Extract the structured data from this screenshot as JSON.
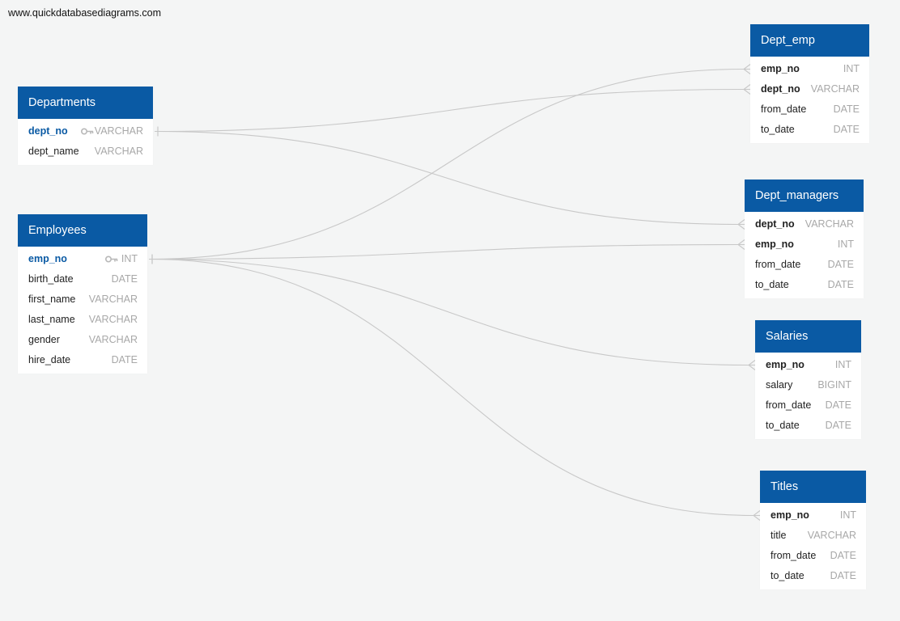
{
  "watermark": "www.quickdatabasediagrams.com",
  "colors": {
    "header": "#0a5aa4",
    "link": "#c8c8c8",
    "type_text": "#a8a8a8"
  },
  "tables": {
    "departments": {
      "name": "Departments",
      "columns": [
        {
          "name": "dept_no",
          "type": "VARCHAR",
          "pk": true
        },
        {
          "name": "dept_name",
          "type": "VARCHAR"
        }
      ]
    },
    "employees": {
      "name": "Employees",
      "columns": [
        {
          "name": "emp_no",
          "type": "INT",
          "pk": true
        },
        {
          "name": "birth_date",
          "type": "DATE"
        },
        {
          "name": "first_name",
          "type": "VARCHAR"
        },
        {
          "name": "last_name",
          "type": "VARCHAR"
        },
        {
          "name": "gender",
          "type": "VARCHAR"
        },
        {
          "name": "hire_date",
          "type": "DATE"
        }
      ]
    },
    "dept_emp": {
      "name": "Dept_emp",
      "columns": [
        {
          "name": "emp_no",
          "type": "INT",
          "fk": true
        },
        {
          "name": "dept_no",
          "type": "VARCHAR",
          "fk": true
        },
        {
          "name": "from_date",
          "type": "DATE"
        },
        {
          "name": "to_date",
          "type": "DATE"
        }
      ]
    },
    "dept_managers": {
      "name": "Dept_managers",
      "columns": [
        {
          "name": "dept_no",
          "type": "VARCHAR",
          "fk": true
        },
        {
          "name": "emp_no",
          "type": "INT",
          "fk": true
        },
        {
          "name": "from_date",
          "type": "DATE"
        },
        {
          "name": "to_date",
          "type": "DATE"
        }
      ]
    },
    "salaries": {
      "name": "Salaries",
      "columns": [
        {
          "name": "emp_no",
          "type": "INT",
          "fk": true
        },
        {
          "name": "salary",
          "type": "BIGINT"
        },
        {
          "name": "from_date",
          "type": "DATE"
        },
        {
          "name": "to_date",
          "type": "DATE"
        }
      ]
    },
    "titles": {
      "name": "Titles",
      "columns": [
        {
          "name": "emp_no",
          "type": "INT",
          "fk": true
        },
        {
          "name": "title",
          "type": "VARCHAR"
        },
        {
          "name": "from_date",
          "type": "DATE"
        },
        {
          "name": "to_date",
          "type": "DATE"
        }
      ]
    }
  },
  "relationships": [
    {
      "from": "departments.dept_no",
      "to": "dept_emp.dept_no"
    },
    {
      "from": "departments.dept_no",
      "to": "dept_managers.dept_no"
    },
    {
      "from": "employees.emp_no",
      "to": "dept_emp.emp_no"
    },
    {
      "from": "employees.emp_no",
      "to": "dept_managers.emp_no"
    },
    {
      "from": "employees.emp_no",
      "to": "salaries.emp_no"
    },
    {
      "from": "employees.emp_no",
      "to": "titles.emp_no"
    }
  ]
}
